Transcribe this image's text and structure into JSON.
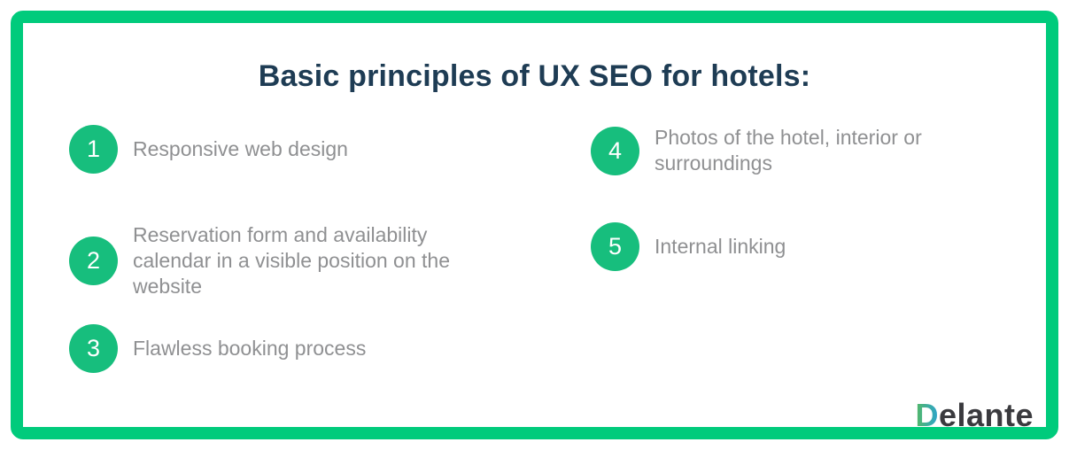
{
  "title": "Basic principles of UX SEO for hotels:",
  "items": [
    {
      "number": "1",
      "text": "Responsive web design"
    },
    {
      "number": "2",
      "text": "Reservation form and availability calendar in a visible position on the website"
    },
    {
      "number": "3",
      "text": "Flawless booking process"
    },
    {
      "number": "4",
      "text": "Photos of the hotel, interior or surroundings"
    },
    {
      "number": "5",
      "text": "Internal linking"
    }
  ],
  "logo": {
    "prefix": "D",
    "rest": "elante"
  },
  "colors": {
    "frame_green": "#00cb7c",
    "badge_green": "#17be7d",
    "title_navy": "#1e3c54",
    "item_text_gray": "#8f9092",
    "logo_dark": "#3a3a3e",
    "logo_gradient_start": "#55b963",
    "logo_gradient_end": "#2ba3cf"
  }
}
